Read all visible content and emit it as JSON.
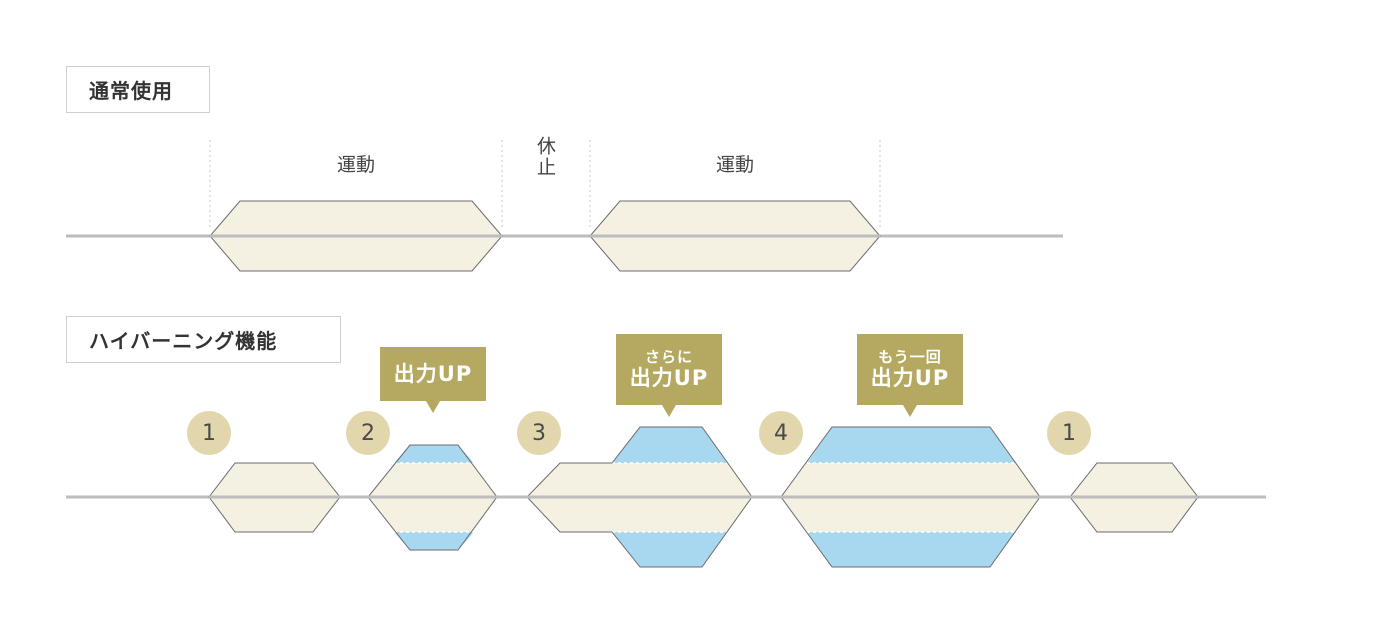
{
  "colors": {
    "accent": "#b5a860",
    "cream": "#f4f0e2",
    "outline": "#6b6b6b",
    "boost": "#a8d8f0",
    "line": "#bdbdbd",
    "step_circle": "#e2d6ad"
  },
  "normal": {
    "label": "通常使用",
    "phases": [
      {
        "text": "運動"
      },
      {
        "text": "休止"
      },
      {
        "text": "運動"
      }
    ]
  },
  "hyper": {
    "label": "ハイバーニング機能",
    "steps": [
      "1",
      "2",
      "3",
      "4",
      "1"
    ],
    "callouts": [
      {
        "line1": "",
        "line2": "出力UP"
      },
      {
        "line1": "さらに",
        "line2": "出力UP"
      },
      {
        "line1": "もう一回",
        "line2": "出力UP"
      }
    ]
  }
}
